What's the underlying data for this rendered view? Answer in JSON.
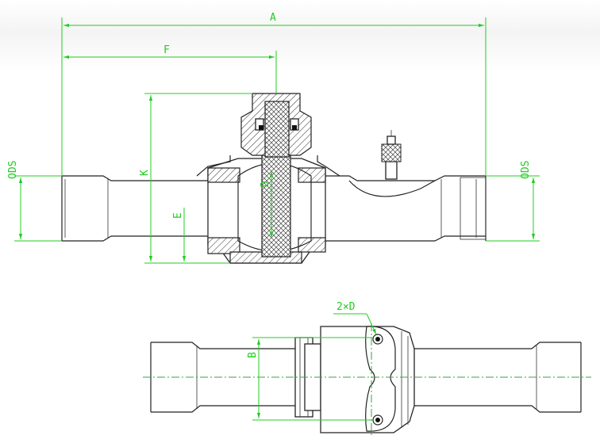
{
  "dimensions": {
    "A": "A",
    "F": "F",
    "K": "K",
    "E": "E",
    "D": "D",
    "ODS_left": "ODS",
    "ODS_right": "ODS",
    "B": "B",
    "two_by_D": "2×D"
  },
  "colors": {
    "dimension": "#22cc22",
    "outline": "#222222"
  }
}
